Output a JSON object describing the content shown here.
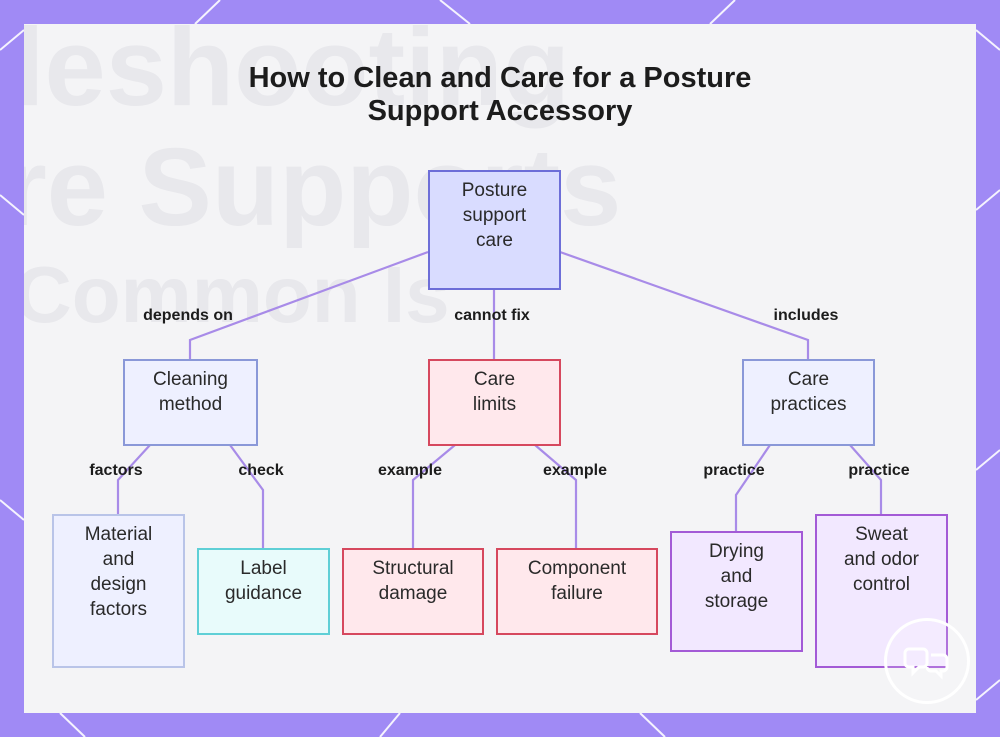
{
  "title": {
    "line1": "How to Clean and Care for a Posture",
    "line2": "Support Accessory"
  },
  "nodes": {
    "root": {
      "lines": [
        "Posture",
        "support",
        "care"
      ]
    },
    "cleaning": {
      "lines": [
        "Cleaning",
        "method"
      ]
    },
    "limits": {
      "lines": [
        "Care",
        "limits"
      ]
    },
    "practices": {
      "lines": [
        "Care",
        "practices"
      ]
    },
    "material": {
      "lines": [
        "Material",
        "and",
        "design",
        "factors"
      ]
    },
    "label": {
      "lines": [
        "Label",
        "guidance"
      ]
    },
    "structural": {
      "lines": [
        "Structural",
        "damage"
      ]
    },
    "component": {
      "lines": [
        "Component",
        "failure"
      ]
    },
    "drying": {
      "lines": [
        "Drying",
        "and",
        "storage"
      ]
    },
    "sweat": {
      "lines": [
        "Sweat",
        "and odor",
        "control"
      ]
    }
  },
  "edge_labels": {
    "depends_on": "depends on",
    "cannot_fix": "cannot fix",
    "includes": "includes",
    "factors": "factors",
    "check": "check",
    "example_1": "example",
    "example_2": "example",
    "practice_1": "practice",
    "practice_2": "practice"
  },
  "background_text": {
    "line1": "leshooting",
    "line2": "re Supports",
    "line3": "Common Is"
  },
  "colors": {
    "frame": "#a08af5",
    "edge": "#a88be8",
    "root_fill": "#d9dcff",
    "root_border": "#6d6ed8",
    "blue_fill": "#eef0ff",
    "blue_border": "#8a98d8",
    "red_fill": "#ffe8ec",
    "red_border": "#d6485e",
    "teal_fill": "#e8fbfb",
    "teal_border": "#5fcfd6",
    "purple_fill": "#f2e8ff",
    "purple_border": "#a35ad6"
  },
  "icons": {
    "logo": "speech-bubble-logo-icon"
  }
}
